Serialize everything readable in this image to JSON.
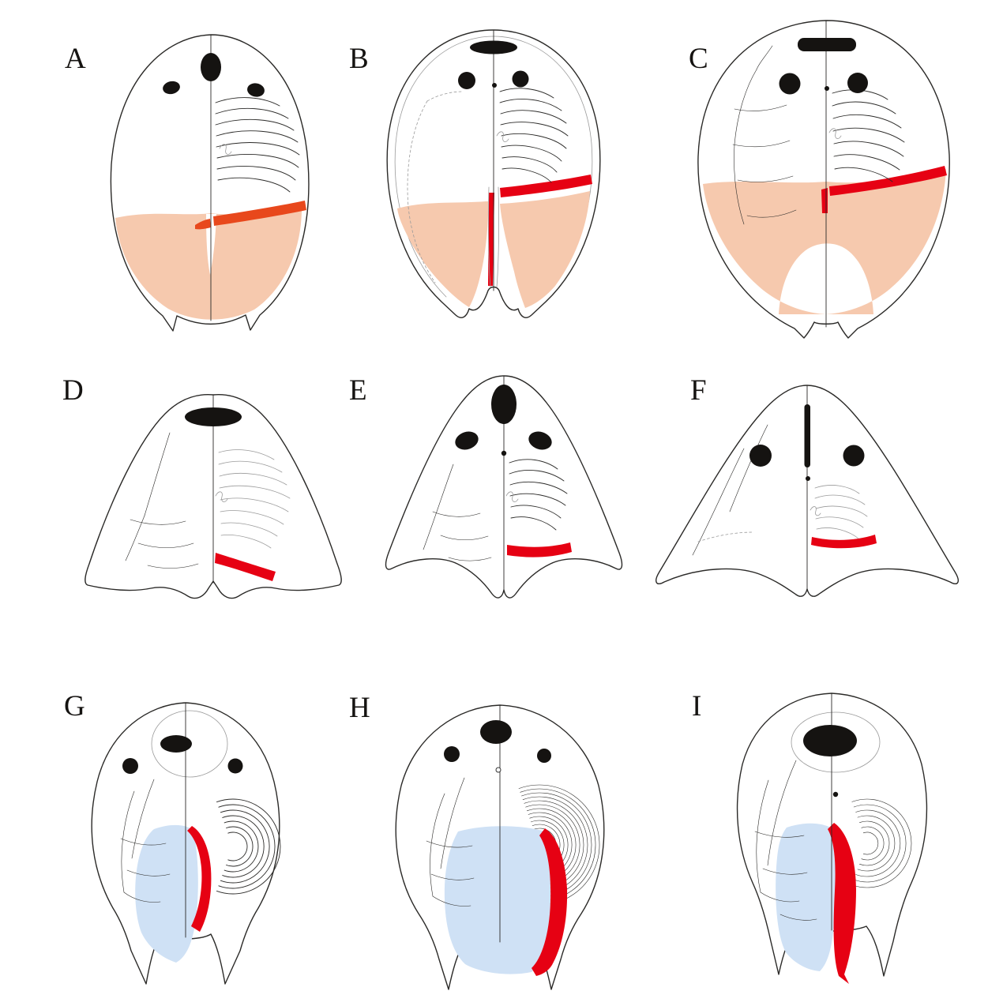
{
  "figure": {
    "panels": [
      {
        "label": "A"
      },
      {
        "label": "B"
      },
      {
        "label": "C"
      },
      {
        "label": "D"
      },
      {
        "label": "E"
      },
      {
        "label": "F"
      },
      {
        "label": "G"
      },
      {
        "label": "H"
      },
      {
        "label": "I"
      }
    ]
  },
  "colors": {
    "outline": "#2b2a28",
    "ink": "#151311",
    "salmon": "#f6c9ae",
    "orange_red": "#e8481c",
    "red": "#e60113",
    "light_blue": "#cfe1f5",
    "gray_line": "#9a9a9a",
    "background": "#ffffff"
  }
}
